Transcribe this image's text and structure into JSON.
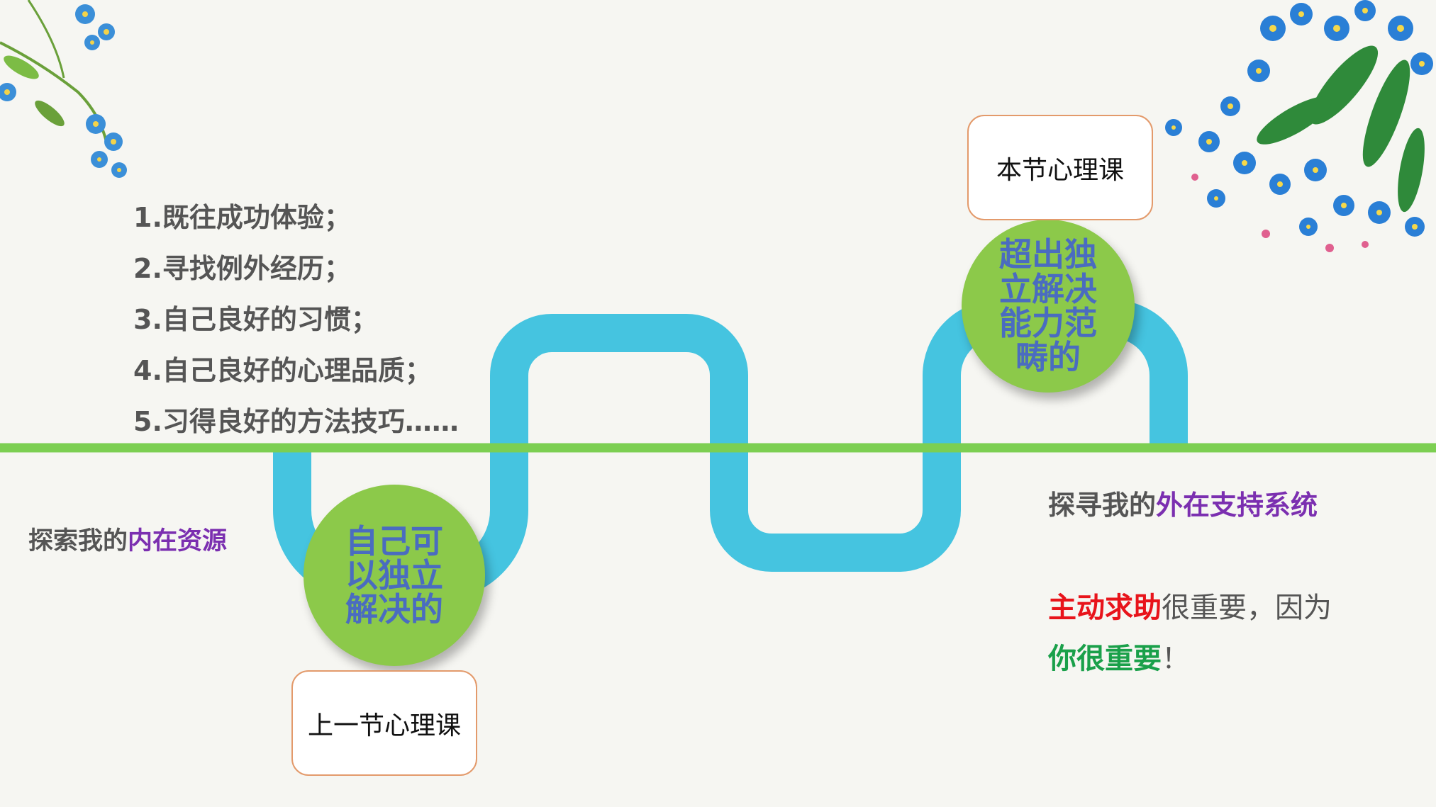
{
  "colors": {
    "background": "#f6f6f2",
    "path": "#45c4e0",
    "baseline": "#7ccf52",
    "circle": "#8cc94a",
    "circle_text": "#4a6cc0",
    "box_border": "#e39a6b",
    "purple": "#7b2fb0",
    "red": "#e8141b",
    "green": "#1aa04a",
    "gray_text": "#555555"
  },
  "inner_resources": {
    "items": [
      "1.既往成功体验；",
      "2.寻找例外经历；",
      "3.自己良好的习惯；",
      "4.自己良好的心理品质；",
      "5.习得良好的方法技巧……"
    ]
  },
  "labels": {
    "explore_inner_prefix": "探索我的",
    "explore_inner_highlight": "内在资源",
    "explore_outer_prefix": "探寻我的",
    "explore_outer_highlight": "外在支持系统"
  },
  "boxes": {
    "previous_lesson": "上一节心理课",
    "current_lesson": "本节心理课"
  },
  "circles": {
    "left_text": "自己可以独立解决的",
    "right_text": "超出独立解决能力范畴的"
  },
  "message": {
    "part1": "主动求助",
    "part2": "很重要，因为",
    "part3": "你很重要",
    "part4": "！"
  },
  "decorations": {
    "flower_icon": "forget-me-not-flower-icon"
  }
}
